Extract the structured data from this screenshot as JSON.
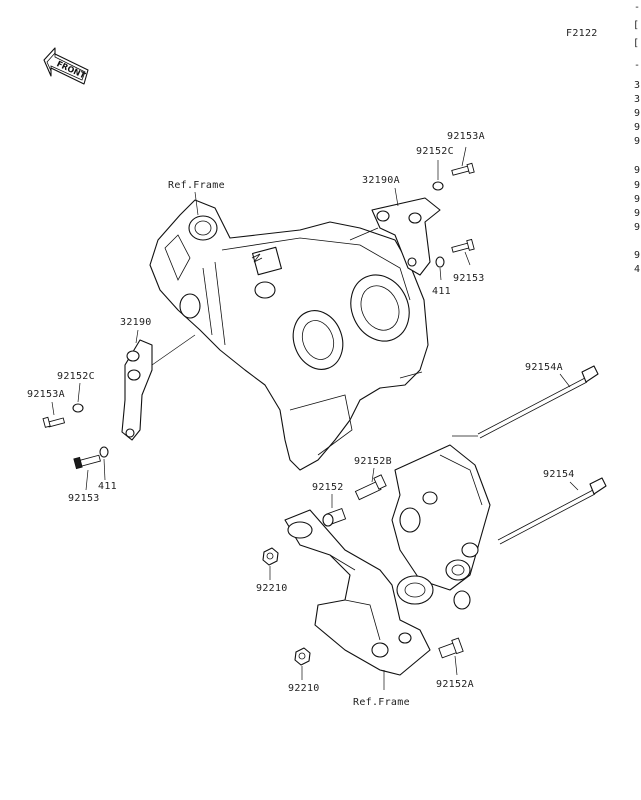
{
  "page_code": "F2122",
  "front_marker": "FRONT",
  "edge_chars": [
    "-",
    "[",
    "[",
    "-",
    "3",
    "3",
    "9",
    "9",
    "9",
    "9",
    "9",
    "9",
    "9",
    "9",
    "9",
    "4"
  ],
  "labels": {
    "p92153A_top": "92153A",
    "p92152C_top": "92152C",
    "p32190A": "32190A",
    "ref_frame_top": "Ref.Frame",
    "p92153_right": "92153",
    "p411_right": "411",
    "p32190": "32190",
    "p92152C_left": "92152C",
    "p92153A_left": "92153A",
    "p411_left": "411",
    "p92153_left": "92153",
    "p92154A": "92154A",
    "p92152B": "92152B",
    "p92152": "92152",
    "p92154": "92154",
    "p92210_upper": "92210",
    "p92210_lower": "92210",
    "ref_frame_bottom": "Ref.Frame",
    "p92152A": "92152A"
  }
}
